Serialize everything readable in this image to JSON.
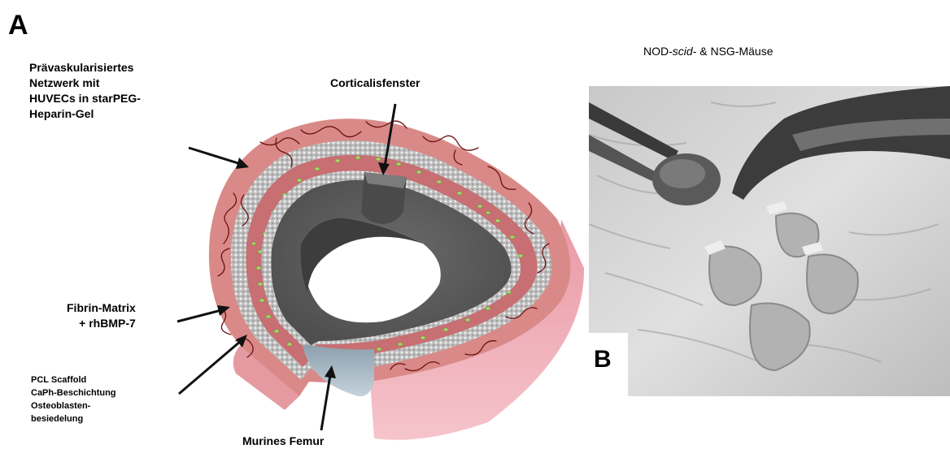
{
  "panel_a": "A",
  "panel_b": "B",
  "labels": {
    "prevascular": [
      "Prävaskularisiertes",
      "Netzwerk mit",
      "HUVECs in starPEG-",
      "Heparin-Gel"
    ],
    "corticalis": "Corticalisfenster",
    "fibrin": [
      "Fibrin-Matrix",
      "+ rhBMP-7"
    ],
    "pcl": [
      "PCL Scaffold",
      "CaPh-Beschichtung",
      "Osteoblasten-",
      "besiedelung"
    ],
    "femur": "Murines Femur"
  },
  "photo_caption": {
    "prefix": "NOD-",
    "italic": "scid",
    "suffix": "- & NSG-Mäuse"
  },
  "colors": {
    "outer_tissue": "#d98a88",
    "outer_tissue_side": "#f1b8c0",
    "bone": "#5f5f5f",
    "bone_side": "#a9b8c4",
    "mesh": "#c9c9c9",
    "cells": "#a9d86a",
    "vessels": "#6e1010"
  }
}
